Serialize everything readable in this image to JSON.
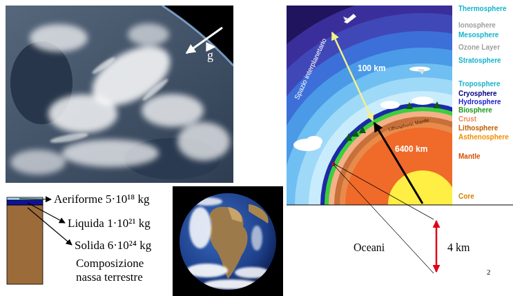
{
  "diagram": {
    "labels": [
      "g",
      "Spazio interplanetario",
      "100 km",
      "Thermosphere",
      "Ionosphere",
      "Mesosphere",
      "Ozone Layer",
      "Stratosphere",
      "Troposphere",
      "Cryosphere",
      "Hydrosphere",
      "Biosphere",
      "Crust",
      "Lithosphere",
      "Asthenosphere",
      "Mantle",
      "Core",
      "Lithospheric Mantle",
      "6400 km",
      "Aeriforme 5·10¹⁸ kg",
      "Liquida 1·10²¹ kg",
      "Solida 6·10²⁴ kg",
      "Composizione nassa terrestre",
      "Oceani",
      "4 km",
      "2"
    ]
  }
}
